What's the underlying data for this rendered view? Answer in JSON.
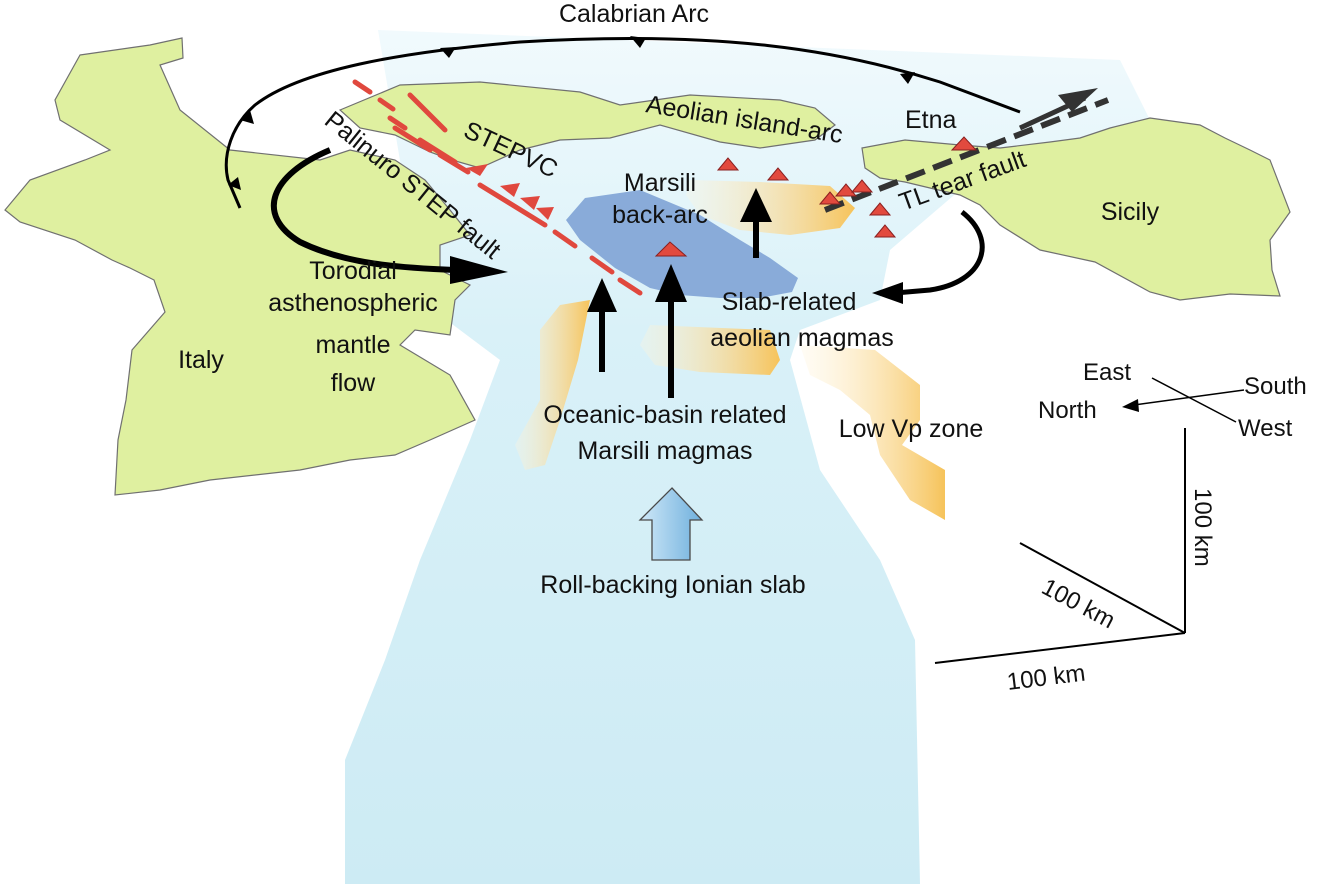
{
  "labels": {
    "calabrian_arc": "Calabrian Arc",
    "aeolian_arc": "Aeolian island-arc",
    "etna": "Etna",
    "palinuro": "Palinuro STEP fault",
    "stepvc": "STEPVC",
    "marsili_1": "Marsili",
    "marsili_2": "back-arc",
    "tl_fault": "TL tear fault",
    "sicily": "Sicily",
    "italy": "Italy",
    "toroidal_1": "Torodial",
    "toroidal_2": "asthenospheric",
    "toroidal_3": "mantle",
    "toroidal_4": "flow",
    "slab_1": "Slab-related",
    "slab_2": "aeolian magmas",
    "oceanic_1": "Oceanic-basin related",
    "oceanic_2": "Marsili magmas",
    "low_vp": "Low Vp zone",
    "roll_back": "Roll-backing Ionian slab"
  },
  "compass": {
    "east": "East",
    "south": "South",
    "north": "North",
    "west": "West"
  },
  "scale": {
    "vertical": "100 km",
    "diagonal": "100 km",
    "horizontal": "100 km"
  },
  "colors": {
    "land": "#dff0a0",
    "land_stroke": "#707070",
    "slab": "#d2eef6",
    "back_arc": "#89abd9",
    "low_vp": "#f6c86a",
    "volcano": "#e24a3e",
    "step_fault": "#e0483e",
    "arrow": "#000000"
  }
}
